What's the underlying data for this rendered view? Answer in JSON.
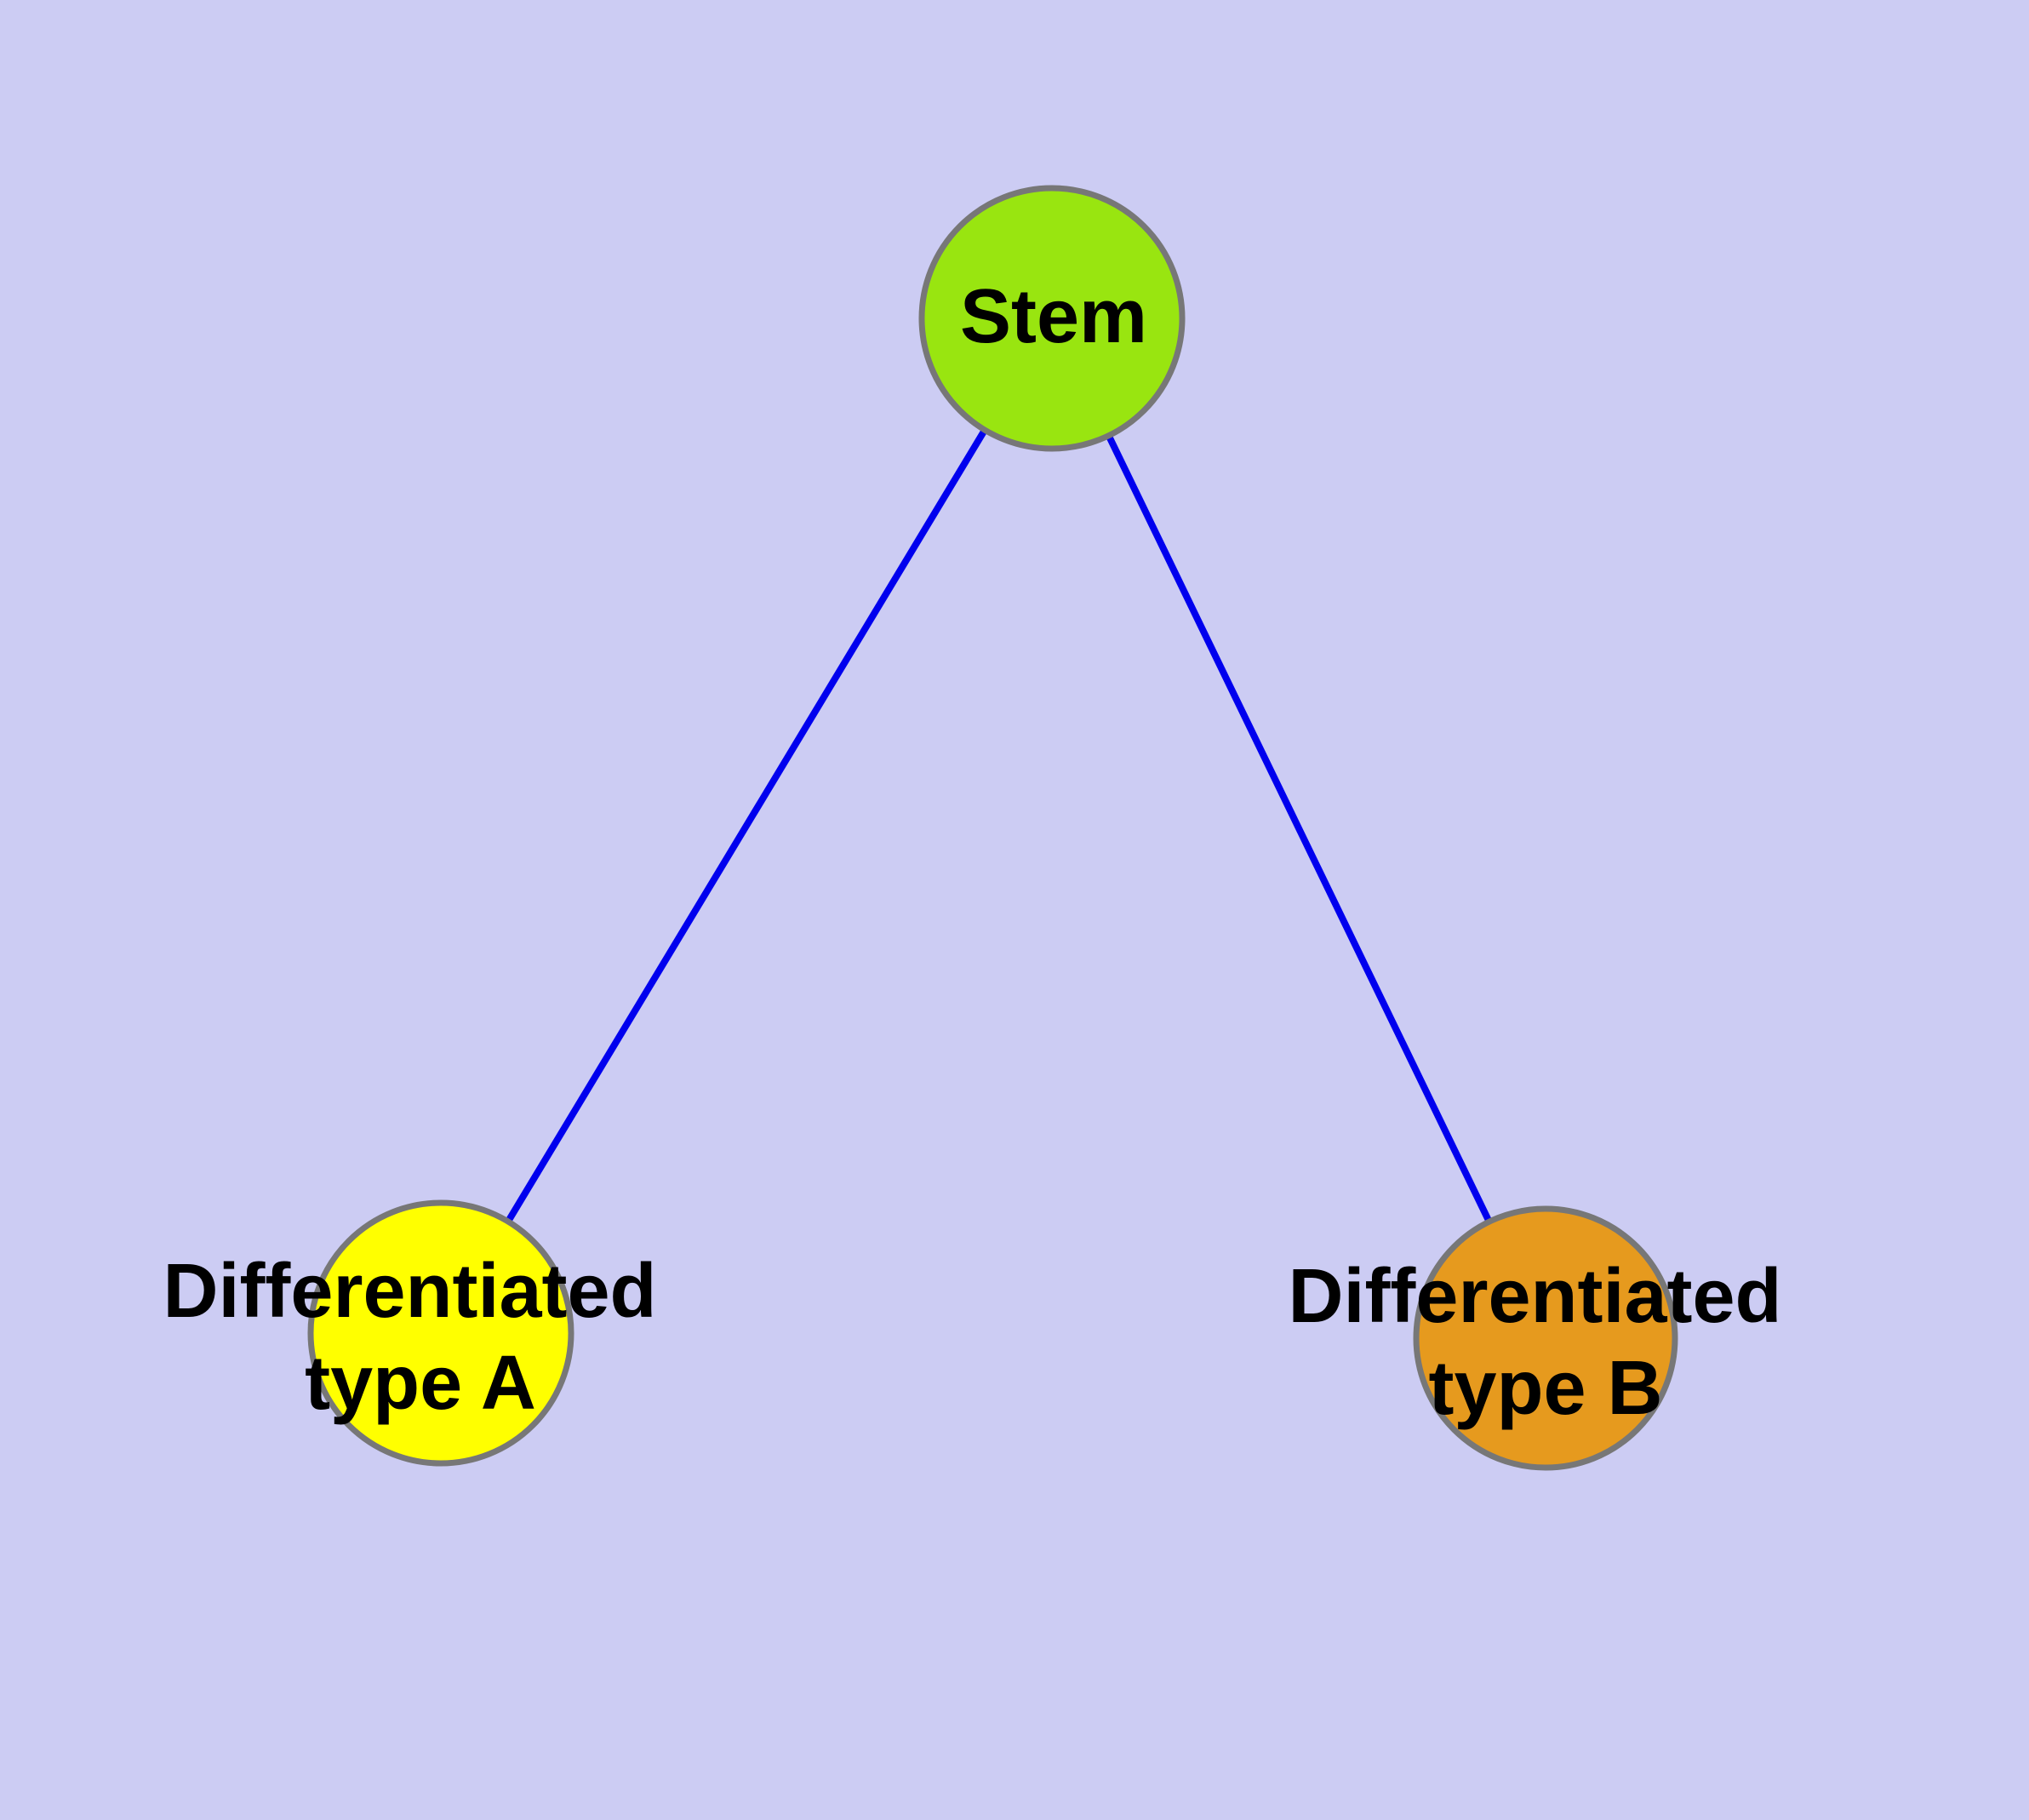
{
  "diagram": {
    "background_color": "#CCCCF3",
    "edge_color": "#0000EE",
    "node_border_color": "#777777",
    "label_color": "#000000",
    "nodes": [
      {
        "id": "stem",
        "label": "Stem",
        "color": "#99E510"
      },
      {
        "id": "type-a",
        "label_line1": "Differentiated",
        "label_line2": "type A",
        "color": "#FFFF00"
      },
      {
        "id": "type-b",
        "label_line1": "Differentiated",
        "label_line2": "type B",
        "color": "#E69A1E"
      }
    ],
    "edges": [
      {
        "from": "Stem",
        "to": "Differentiated type A"
      },
      {
        "from": "Stem",
        "to": "Differentiated type B"
      }
    ]
  }
}
